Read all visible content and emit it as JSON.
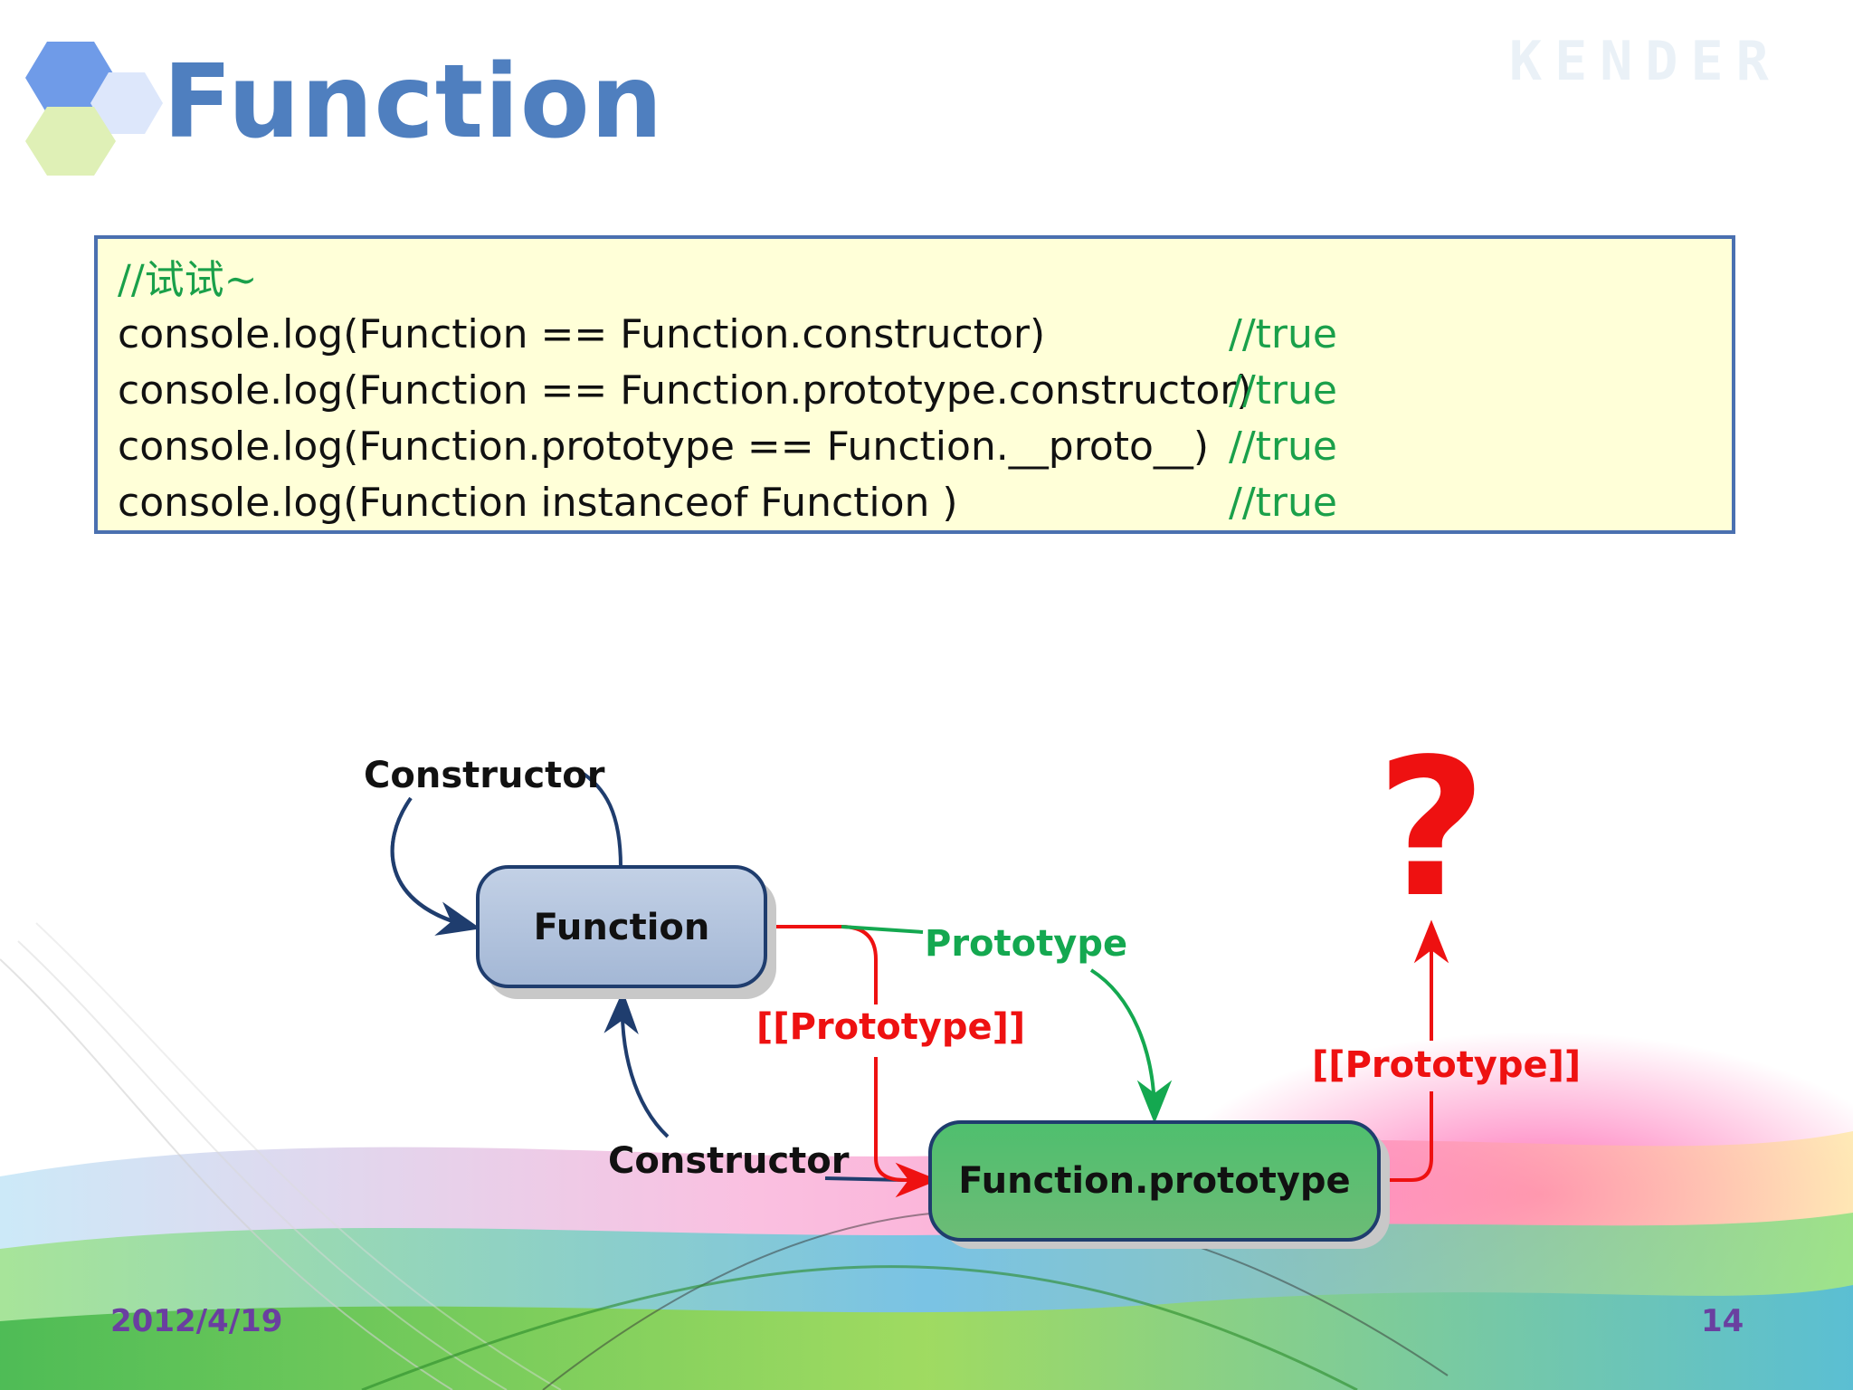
{
  "slide": {
    "title": "Function",
    "watermark": "KENDER",
    "date": "2012/4/19",
    "page_number": "14"
  },
  "code": {
    "header_comment": "//试试~",
    "lines": [
      {
        "code": "console.log(Function == Function.constructor)",
        "comment": "//true"
      },
      {
        "code": "console.log(Function == Function.prototype.constructor)",
        "comment": "//true"
      },
      {
        "code": "console.log(Function.prototype == Function.__proto__)",
        "comment": "//true"
      },
      {
        "code": "console.log(Function instanceof Function )",
        "comment": "//true"
      }
    ]
  },
  "diagram": {
    "nodes": {
      "function": "Function",
      "function_prototype": "Function.prototype"
    },
    "labels": {
      "constructor_top": "Constructor",
      "constructor_bottom": "Constructor",
      "prototype": "Prototype",
      "proto_link_left": "[[Prototype]]",
      "proto_link_right": "[[Prototype]]",
      "unknown": "?"
    },
    "colors": {
      "constructor_arrow": "#1f3d6e",
      "prototype_arrow": "#14a850",
      "proto_link": "#ee1111",
      "function_node_fill": "#a9bcd8",
      "prototype_node_fill": "#5bb870",
      "title": "#4f7fbf",
      "comment": "#1aa04a"
    }
  }
}
